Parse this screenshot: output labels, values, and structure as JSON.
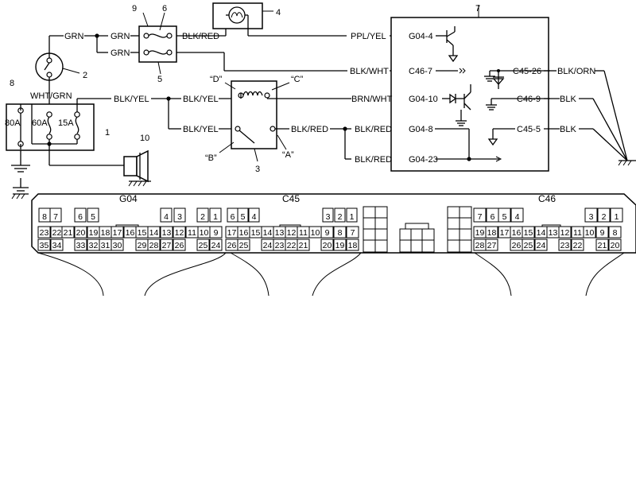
{
  "callouts": {
    "c1": "1",
    "c2": "2",
    "c3": "3",
    "c4": "4",
    "c5": "5",
    "c6": "6",
    "c7": "7",
    "c8": "8",
    "c9": "9",
    "c10": "10"
  },
  "fuses": {
    "f80": "80A",
    "f60": "60A",
    "f15": "15A"
  },
  "wires": {
    "grn": "GRN",
    "wht_grn": "WHT/GRN",
    "blk_red": "BLK/RED",
    "blk_yel": "BLK/YEL",
    "ppl_yel": "PPL/YEL",
    "blk_wht": "BLK/WHT",
    "brn_wht": "BRN/WHT",
    "blk_orn": "BLK/ORN",
    "blk": "BLK"
  },
  "relay_terminals": {
    "a": "“A”",
    "b": "“B”",
    "c": "“C”",
    "d": "“D”"
  },
  "ecm_pins": {
    "g04_4": "G04-4",
    "c46_7": "C46-7",
    "g04_10": "G04-10",
    "g04_8": "G04-8",
    "g04_23": "G04-23",
    "c45_26": "C45-26",
    "c46_9": "C46-9",
    "c45_5": "C45-5"
  },
  "connectors": {
    "g04": {
      "name": "G04",
      "top": [
        "8",
        "7",
        "6",
        "5",
        "4",
        "3",
        "2",
        "1"
      ],
      "mid": [
        "23",
        "22",
        "21",
        "20",
        "19",
        "18",
        "17",
        "16",
        "15",
        "14",
        "13",
        "12",
        "11",
        "10",
        "9"
      ],
      "bot": [
        "35",
        "34",
        "33",
        "32",
        "31",
        "30",
        "29",
        "28",
        "27",
        "26",
        "25",
        "24"
      ]
    },
    "c45": {
      "name": "C45",
      "top": [
        "6",
        "5",
        "4",
        "3",
        "2",
        "1"
      ],
      "mid": [
        "17",
        "16",
        "15",
        "14",
        "13",
        "12",
        "11",
        "10",
        "9",
        "8",
        "7"
      ],
      "bot": [
        "26",
        "25",
        "24",
        "23",
        "22",
        "21",
        "20",
        "19",
        "18"
      ]
    },
    "c46": {
      "name": "C46",
      "top": [
        "7",
        "6",
        "5",
        "4",
        "3",
        "2",
        "1"
      ],
      "mid": [
        "19",
        "18",
        "17",
        "16",
        "15",
        "14",
        "13",
        "12",
        "11",
        "10",
        "9",
        "8"
      ],
      "bot": [
        "28",
        "27",
        "26",
        "25",
        "24",
        "23",
        "22",
        "21",
        "20"
      ]
    }
  }
}
